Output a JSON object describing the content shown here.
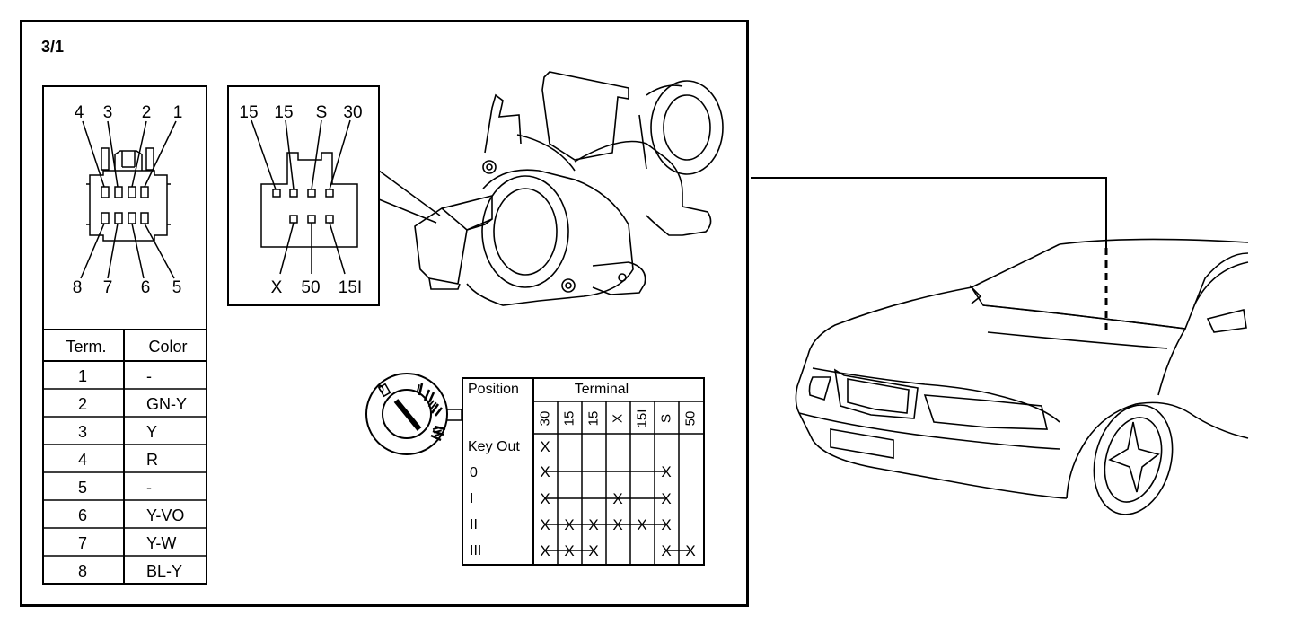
{
  "figure_id": "3/1",
  "connector_a": {
    "top_pins": [
      "4",
      "3",
      "2",
      "1"
    ],
    "bottom_pins": [
      "8",
      "7",
      "6",
      "5"
    ]
  },
  "connector_b": {
    "top_terminals": [
      "15",
      "15",
      "S",
      "30"
    ],
    "bottom_terminals": [
      "X",
      "50",
      "15I"
    ]
  },
  "color_table": {
    "headers": [
      "Term.",
      "Color"
    ],
    "rows": [
      {
        "term": "1",
        "color": "-"
      },
      {
        "term": "2",
        "color": "GN-Y"
      },
      {
        "term": "3",
        "color": "Y"
      },
      {
        "term": "4",
        "color": "R"
      },
      {
        "term": "5",
        "color": "-"
      },
      {
        "term": "6",
        "color": "Y-VO"
      },
      {
        "term": "7",
        "color": "Y-W"
      },
      {
        "term": "8",
        "color": "BL-Y"
      }
    ]
  },
  "position_table": {
    "header_position": "Position",
    "header_terminal": "Terminal",
    "terminals": [
      "30",
      "15",
      "15",
      "X",
      "15I",
      "S",
      "50"
    ],
    "rows": [
      {
        "label": "Key Out",
        "marks": [
          true,
          false,
          false,
          false,
          false,
          false,
          false
        ]
      },
      {
        "label": "0",
        "marks": [
          true,
          false,
          false,
          false,
          false,
          true,
          false
        ]
      },
      {
        "label": "I",
        "marks": [
          true,
          false,
          false,
          true,
          false,
          true,
          false
        ]
      },
      {
        "label": "II",
        "marks": [
          true,
          true,
          true,
          true,
          true,
          true,
          false
        ]
      },
      {
        "label": "III",
        "marks": [
          true,
          true,
          true,
          false,
          false,
          true,
          true
        ]
      }
    ]
  },
  "key_dial": {
    "positions": [
      "0",
      "I",
      "II",
      "III"
    ]
  }
}
